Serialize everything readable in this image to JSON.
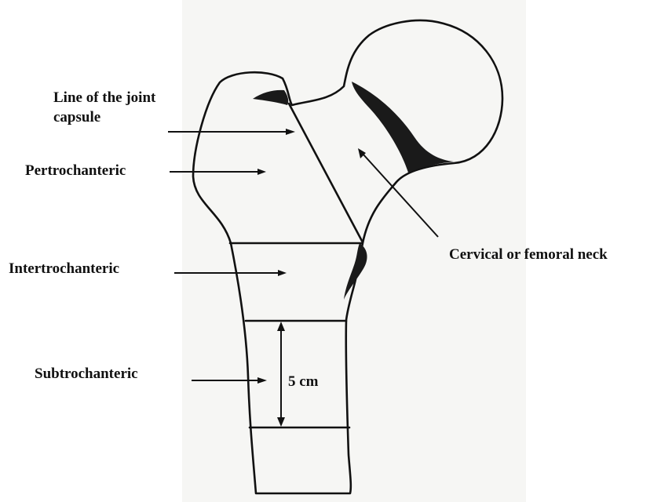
{
  "labels": {
    "joint_capsule": "Line of the joint\ncapsule",
    "pertrochanteric": "Pertrochanteric",
    "intertrochanteric": "Intertrochanteric",
    "subtrochanteric": "Subtrochanteric",
    "cervical": "Cervical or femoral neck",
    "measure": "5 cm"
  },
  "colors": {
    "ink": "#111111",
    "paper": "#f6f6f4",
    "background": "#ffffff"
  }
}
